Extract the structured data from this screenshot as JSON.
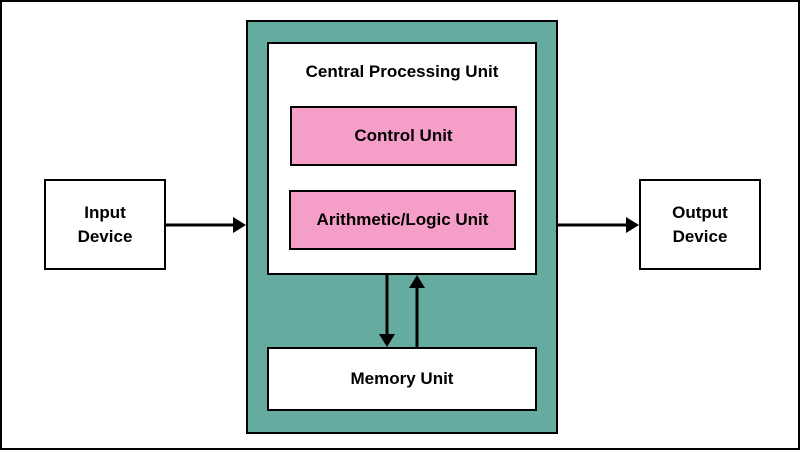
{
  "colors": {
    "cpu_background": "#65ab9f",
    "subunit_fill": "#f49ec8",
    "box_fill": "#ffffff",
    "stroke": "#000000"
  },
  "input_device": {
    "line1": "Input",
    "line2": "Device"
  },
  "output_device": {
    "line1": "Output",
    "line2": "Device"
  },
  "cpu": {
    "title": "Central Processing Unit",
    "control_unit": "Control Unit",
    "alu": "Arithmetic/Logic Unit"
  },
  "memory_unit": "Memory Unit"
}
